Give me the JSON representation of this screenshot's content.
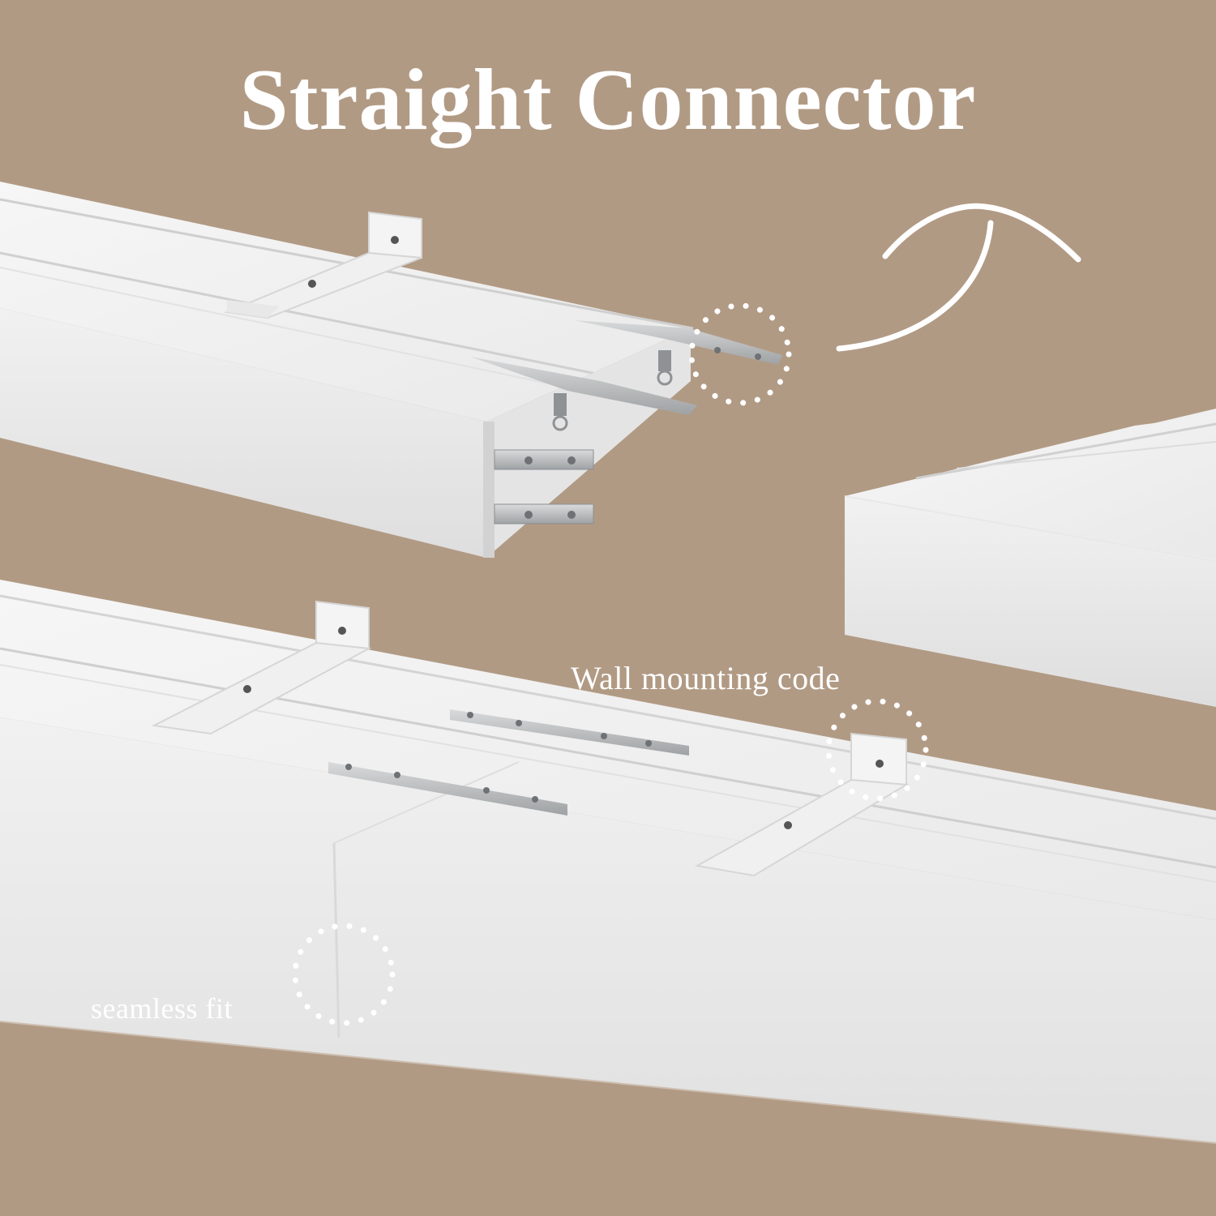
{
  "title": "Straight Connector",
  "callouts": {
    "wall_mounting": "Wall mounting code",
    "seamless": "seamless fit"
  },
  "colors": {
    "background": "#b19a84",
    "track_white": "#f2f2f2",
    "text": "#ffffff"
  },
  "icons": {
    "arrow": "curved-arrow-icon",
    "highlight": "dotted-circle-icon"
  }
}
